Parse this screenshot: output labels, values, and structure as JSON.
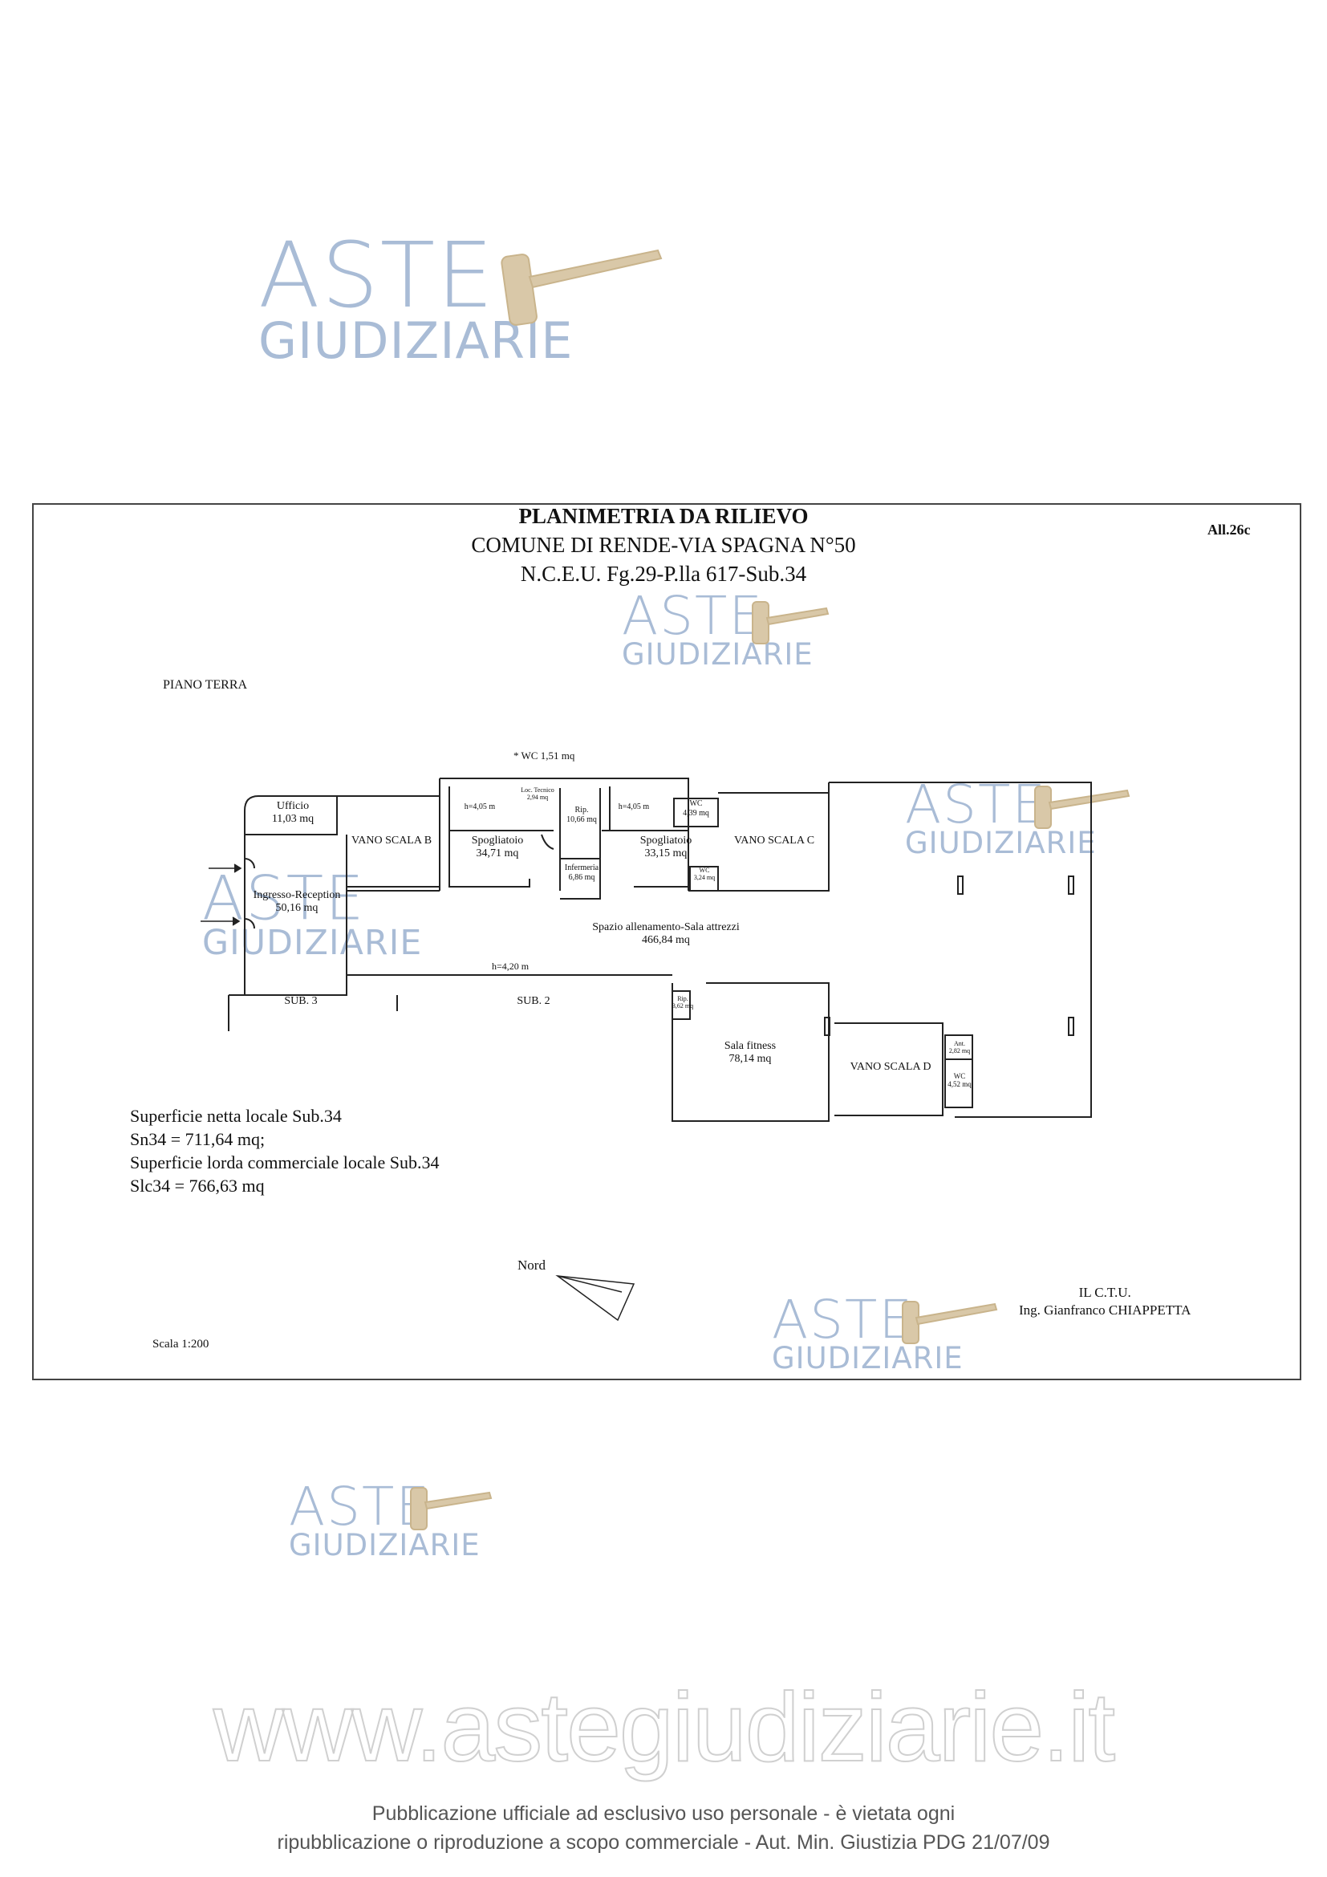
{
  "watermark": {
    "line1": "ASTE",
    "line2": "GIUDIZIARIE"
  },
  "title": {
    "main": "PLANIMETRIA DA RILIEVO",
    "line2": "COMUNE DI RENDE-VIA SPAGNA N°50",
    "line3": "N.C.E.U. Fg.29-P.lla 617-Sub.34"
  },
  "attachment": "All.26c",
  "floor_label": "PIANO TERRA",
  "rooms": {
    "wc_top": "* WC 1,51 mq",
    "ufficio": "Ufficio",
    "ufficio_area": "11,03 mq",
    "vano_b": "VANO SCALA B",
    "h_left": "h=4,05 m",
    "loc_tecnico": "Loc. Tecnico",
    "loc_tecnico_area": "2,94 mq",
    "rip": "Rip.",
    "rip_area": "10,66 mq",
    "h_right": "h=4,05 m",
    "wc_r": "WC",
    "wc_r_area": "4,39 mq",
    "spogl_l": "Spogliatoio",
    "spogl_l_area": "34,71 mq",
    "spogl_r": "Spogliatoio",
    "spogl_r_area": "33,15 mq",
    "vano_c": "VANO SCALA C",
    "infermeria": "Infermeria",
    "infermeria_area": "6,86 mq",
    "wc_small": "WC",
    "wc_small_area": "3,24 mq",
    "ingresso": "Ingresso-Reception",
    "ingresso_area": "50,16 mq",
    "spazio": "Spazio allenamento-Sala attrezzi",
    "spazio_area": "466,84 mq",
    "h_main": "h=4,20 m",
    "sub3": "SUB. 3",
    "sub2": "SUB. 2",
    "rip2": "Rip.",
    "rip2_area": "3,62 mq",
    "sala_fitness": "Sala fitness",
    "sala_fitness_area": "78,14 mq",
    "vano_d": "VANO SCALA D",
    "ant": "Ant.",
    "ant_area": "2,82 mq",
    "wc_d": "WC",
    "wc_d_area": "4,52 mq"
  },
  "summary": {
    "line1": "Superficie netta locale Sub.34",
    "line2": "Sn34 = 711,64 mq;",
    "line3": "Superficie lorda commerciale locale Sub.34",
    "line4": "Slc34 = 766,63 mq"
  },
  "north": "Nord",
  "signature": {
    "line1": "IL C.T.U.",
    "line2": "Ing. Gianfranco CHIAPPETTA"
  },
  "scale": "Scala 1:200",
  "footer": {
    "url": "www.astegiudiziarie.it",
    "notice1": "Pubblicazione ufficiale ad esclusivo uso personale - è vietata ogni",
    "notice2": "ripubblicazione o riproduzione a scopo commerciale - Aut. Min. Giustizia PDG 21/07/09"
  }
}
